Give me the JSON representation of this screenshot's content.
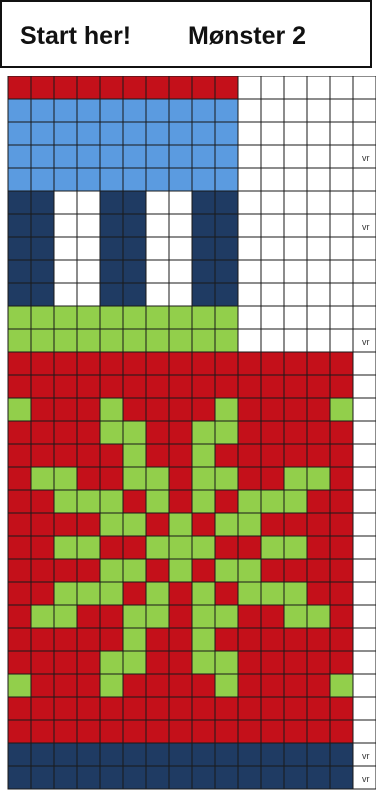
{
  "header": {
    "start_label": "Start her!",
    "pattern_label": "Mønster 2"
  },
  "pattern": {
    "columns": 16,
    "rows": 31,
    "palette": {
      "R": "#c4101a",
      "L": "#5b9be0",
      "N": "#1f3b63",
      "W": "#ffffff",
      "G": "#92cf4b"
    },
    "grid_line_color": "#1a1a1a",
    "rows_data": [
      "RRRRRRRRRRWWWWWW",
      "LLLLLLLLLLWWWWWW",
      "LLLLLLLLLLWWWWWW",
      "LLLLLLLLLLWWWWWW",
      "LLLLLLLLLLWWWWWW",
      "NNWWNNWWNNWWWWWW",
      "NNWWNNWWNNWWWWWW",
      "NNWWNNWWNNWWWWWW",
      "NNWWNNWWNNWWWWWW",
      "NNWWNNWWNNWWWWWW",
      "GGGGGGGGGGWWWWWW",
      "GGGGGGGGGGWWWWWW",
      "RRRRRRRRRRRRRRRW",
      "RRRRRRRRRRRRRRRW",
      "GRRRGRRRRGRRRRGW",
      "RRRRGGRRGGRRRRRW",
      "RRRRRGRRGRRRRRRW",
      "RGGRRGGRGGRRGGRW",
      "RRGGGRGRGRGGGRRW",
      "RRRRGGRGRGGRRRRW",
      "RRGGRRGGGRRGGRRW",
      "RRRRGGRGRGGRRRRW",
      "RRGGGRGRGRGGGRRW",
      "RGGRRGGRGGRRGGRW",
      "RRRRRGRRGRRRRRRW",
      "RRRRGGRRGGRRRRRW",
      "GRRRGRRRRGRRRRGW",
      "RRRRRRRRRRRRRRRW",
      "RRRRRRRRRRRRRRRW",
      "NNNNNNNNNNNNNNNW",
      "NNNNNNNNNNNNNNNW"
    ],
    "side_labels": [
      {
        "row": 3,
        "text": "vr"
      },
      {
        "row": 6,
        "text": "vr"
      },
      {
        "row": 11,
        "text": "vr"
      },
      {
        "row": 29,
        "text": "vr"
      },
      {
        "row": 30,
        "text": "vr"
      }
    ]
  }
}
